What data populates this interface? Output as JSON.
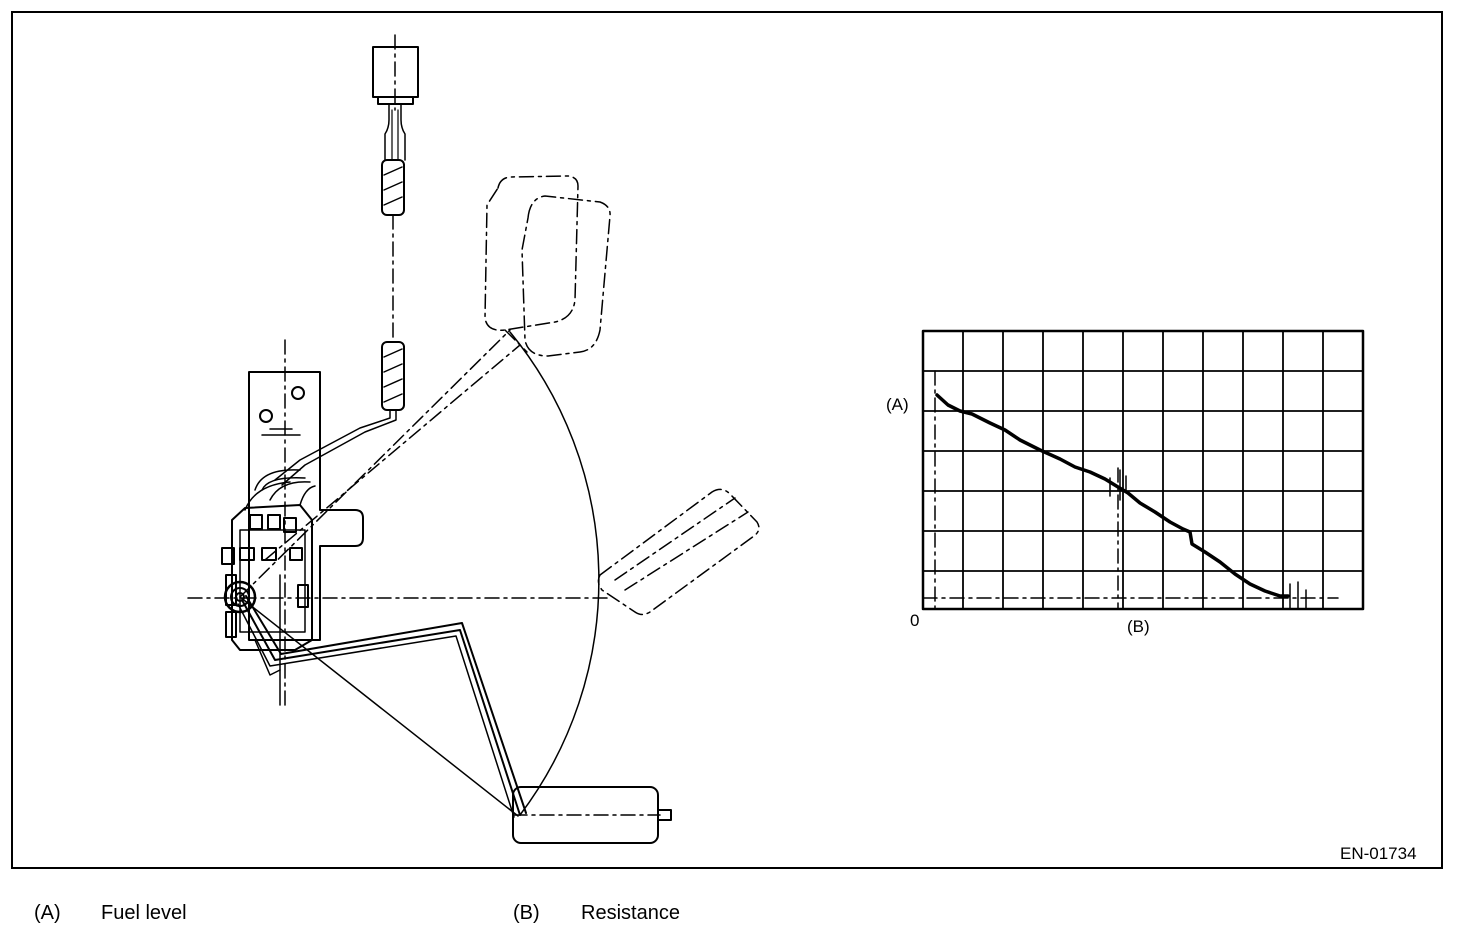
{
  "figure": {
    "code": "EN-01734",
    "diagram": {
      "component": "fuel-sender-unit",
      "graph": {
        "y_axis_marker": "(A)",
        "x_axis_marker": "(B)",
        "origin_label": "0"
      }
    }
  },
  "legend": [
    {
      "key": "(A)",
      "text": "Fuel level"
    },
    {
      "key": "(B)",
      "text": "Resistance"
    }
  ]
}
